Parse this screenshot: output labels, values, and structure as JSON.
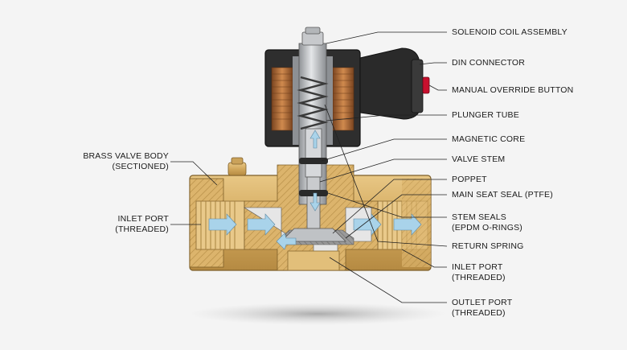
{
  "labels_right": [
    {
      "lines": [
        "SOLENOID COIL ASSEMBLY"
      ]
    },
    {
      "lines": [
        "DIN CONNECTOR"
      ]
    },
    {
      "lines": [
        "MANUAL OVERRIDE BUTTON"
      ]
    },
    {
      "lines": [
        "PLUNGER TUBE"
      ]
    },
    {
      "lines": [
        "MAGNETIC CORE"
      ]
    },
    {
      "lines": [
        "VALVE STEM"
      ]
    },
    {
      "lines": [
        "POPPET"
      ]
    },
    {
      "lines": [
        "MAIN SEAT SEAL (PTFE)"
      ]
    },
    {
      "lines": [
        "STEM SEALS",
        "(EPDM O-RINGS)"
      ]
    },
    {
      "lines": [
        "RETURN SPRING"
      ]
    },
    {
      "lines": [
        "INLET PORT",
        "(THREADED)"
      ]
    },
    {
      "lines": [
        "OUTLET PORT",
        "(THREADED)"
      ]
    }
  ],
  "labels_left": [
    {
      "lines": [
        "BRASS VALVE BODY",
        "(SECTIONED)"
      ]
    },
    {
      "lines": [
        "INLET PORT",
        "(THREADED)"
      ]
    }
  ],
  "colors": {
    "brass": "#d9b26a",
    "brass_dark": "#a8823c",
    "coil_copper": "#b8703a",
    "housing": "#2b2b2b",
    "steel": "#b9bcc0",
    "flow_arrow": "#a9d3ea",
    "override_red": "#c8102e"
  }
}
